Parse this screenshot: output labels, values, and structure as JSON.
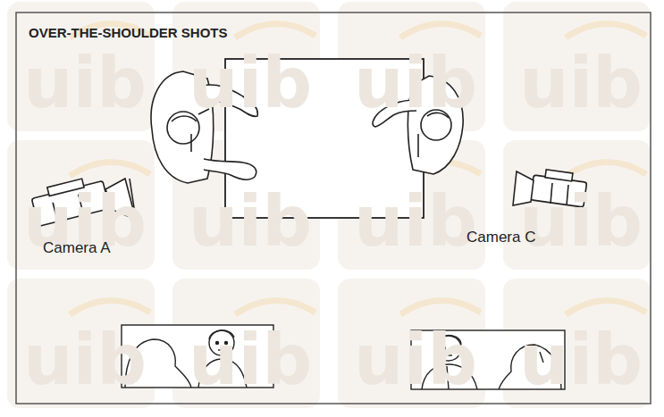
{
  "diagram": {
    "title": "OVER-THE-SHOULDER SHOTS",
    "labels": [
      "Camera A",
      "Camera C",
      "uib",
      "uib",
      "uib",
      "uib",
      "uib",
      "uib",
      "uib",
      "uib",
      "uib",
      "uib",
      "uib",
      "uib"
    ]
  }
}
